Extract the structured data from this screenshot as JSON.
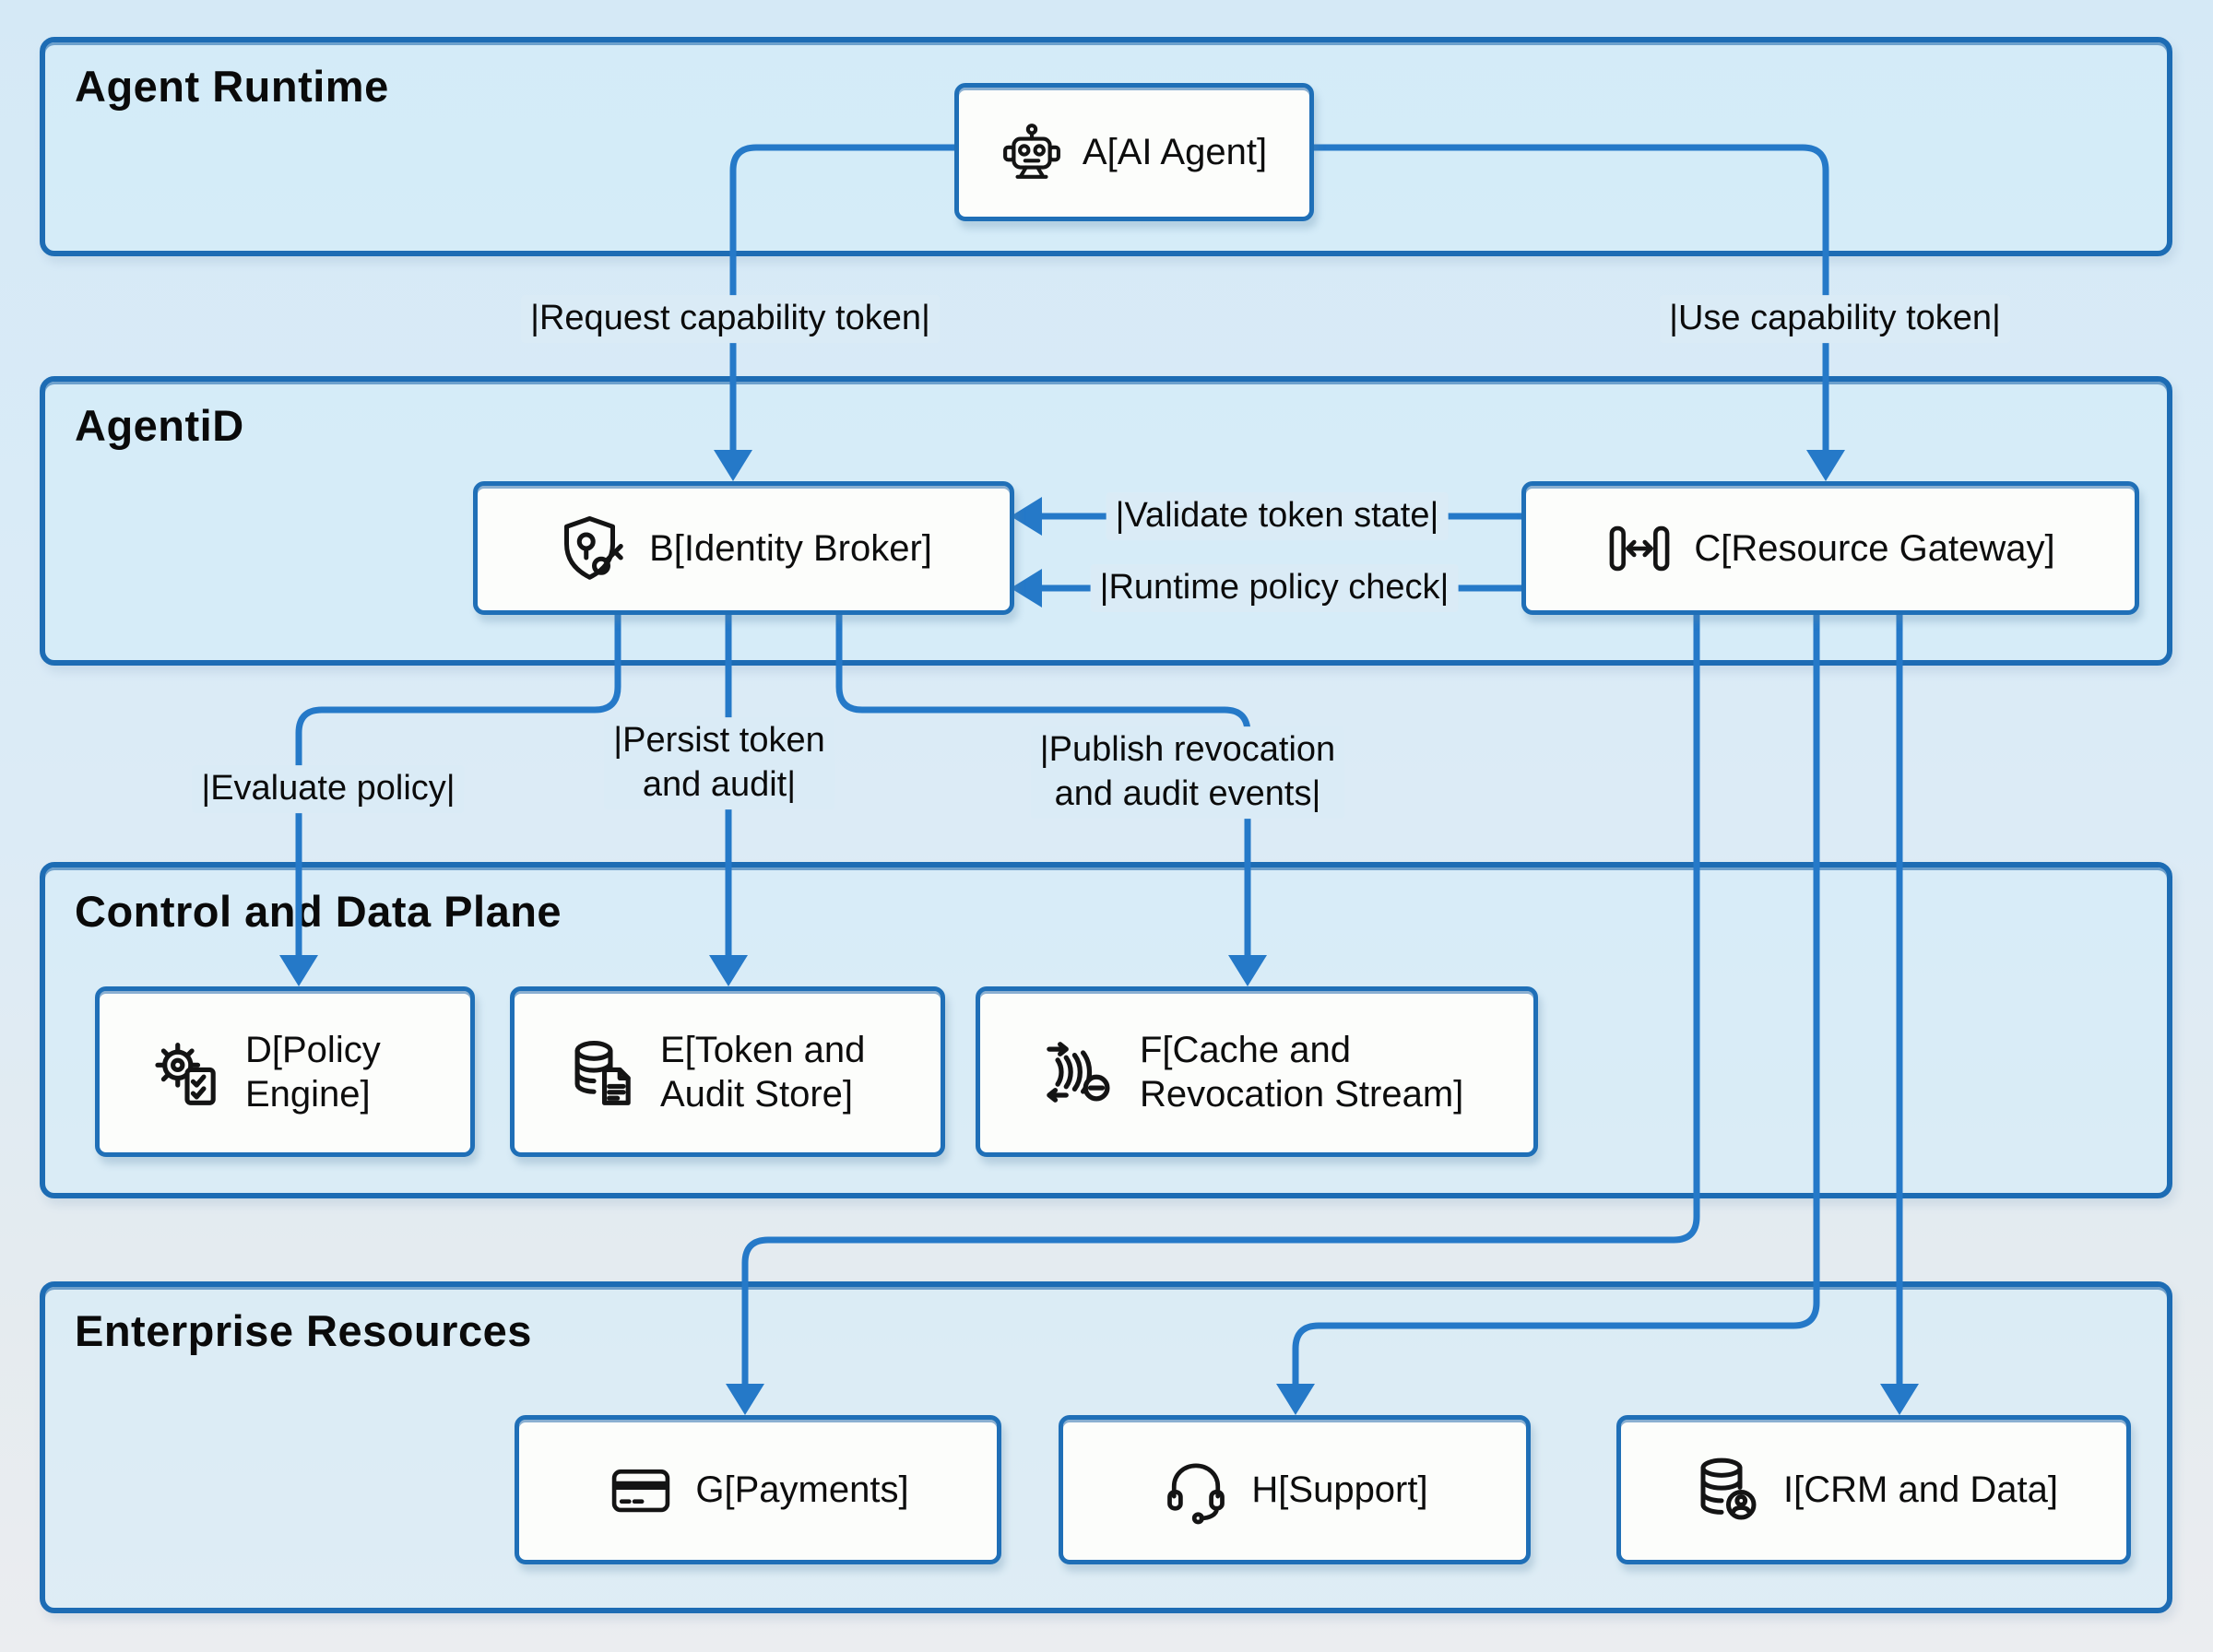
{
  "diagram": {
    "title_note": "Flowchart of agent capability token architecture",
    "colors": {
      "container_border": "#1d6cb4",
      "node_border": "#1f6fb7",
      "edge": "#2579c8",
      "node_fill": "#fcfdfb",
      "container_fill": "#d4ecfa",
      "text": "#0d0d0d",
      "background": "#d9ebf7"
    },
    "containers": [
      {
        "id": "agent-runtime",
        "label": "Agent Runtime"
      },
      {
        "id": "agentid",
        "label": "AgentiD"
      },
      {
        "id": "control-data-plane",
        "label": "Control and Data Plane"
      },
      {
        "id": "enterprise-resources",
        "label": "Enterprise Resources"
      }
    ],
    "nodes": [
      {
        "id": "A",
        "label": "A[AI Agent]",
        "icon": "robot-icon",
        "container": "Agent Runtime"
      },
      {
        "id": "B",
        "label": "B[Identity Broker]",
        "icon": "shield-key-icon",
        "container": "AgentiD"
      },
      {
        "id": "C",
        "label": "C[Resource Gateway]",
        "icon": "gateway-icon",
        "container": "AgentiD"
      },
      {
        "id": "D",
        "label": "D[Policy Engine]",
        "icon": "gear-checklist-icon",
        "container": "Control and Data Plane"
      },
      {
        "id": "E",
        "label": "E[Token and Audit Store]",
        "icon": "database-document-icon",
        "container": "Control and Data Plane"
      },
      {
        "id": "F",
        "label": "F[Cache and Revocation Stream]",
        "icon": "stream-revoke-icon",
        "container": "Control and Data Plane"
      },
      {
        "id": "G",
        "label": "G[Payments]",
        "icon": "credit-card-icon",
        "container": "Enterprise Resources"
      },
      {
        "id": "H",
        "label": "H[Support]",
        "icon": "headset-icon",
        "container": "Enterprise Resources"
      },
      {
        "id": "I",
        "label": "I[CRM and Data]",
        "icon": "database-user-icon",
        "container": "Enterprise Resources"
      }
    ],
    "edges": [
      {
        "from": "A",
        "to": "B",
        "label": "|Request capability token|"
      },
      {
        "from": "A",
        "to": "C",
        "label": "|Use capability token|"
      },
      {
        "from": "C",
        "to": "B",
        "label": "|Validate token state|"
      },
      {
        "from": "C",
        "to": "B",
        "label": "|Runtime policy check|"
      },
      {
        "from": "B",
        "to": "D",
        "label": "|Evaluate policy|"
      },
      {
        "from": "B",
        "to": "E",
        "label": "|Persist token\nand audit|"
      },
      {
        "from": "B",
        "to": "F",
        "label": "|Publish revocation\nand audit events|"
      },
      {
        "from": "C",
        "to": "G",
        "label": ""
      },
      {
        "from": "C",
        "to": "H",
        "label": ""
      },
      {
        "from": "C",
        "to": "I",
        "label": ""
      }
    ]
  }
}
